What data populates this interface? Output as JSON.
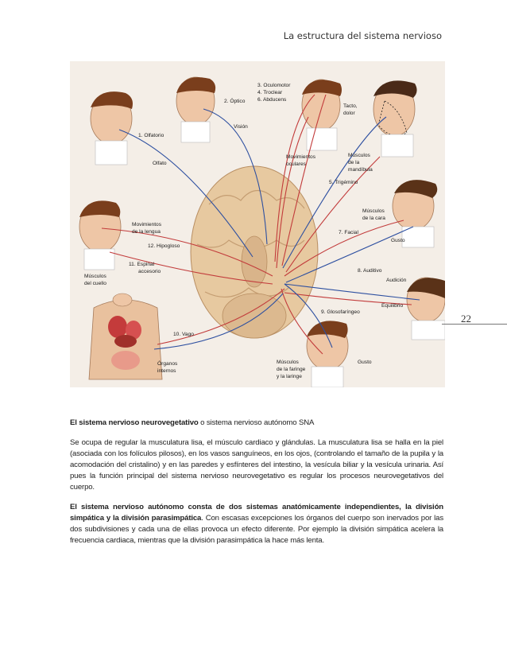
{
  "header": {
    "title": "La estructura del sistema nervioso"
  },
  "page_number": "22",
  "figure": {
    "labels": {
      "oculomotor": "3. Oculomotor",
      "troclear": "4. Troclear",
      "abducens": "6. Abducens",
      "optico": "2. Óptico",
      "vision": "Visión",
      "olfatorio": "1. Olfatorio",
      "olfato": "Olfato",
      "tacto": "Tacto,",
      "dolor": "dolor",
      "movimientos": "Movimientos",
      "oculares": "oculares",
      "musculos_mandibula_1": "Músculos",
      "musculos_mandibula_2": "de la",
      "musculos_mandibula_3": "mandíbula",
      "trigemino": "5. Trigémino",
      "movimientos_lengua_1": "Movimientos",
      "movimientos_lengua_2": "de la lengua",
      "hipogloso": "12. Hipogloso",
      "musculos_cara_1": "Músculos",
      "musculos_cara_2": "de la cara",
      "facial": "7. Facial",
      "gusto_1": "Gusto",
      "espinal_1": "11. Espinal",
      "espinal_2": "accesorio",
      "musculos_cuello_1": "Músculos",
      "musculos_cuello_2": "del cuello",
      "auditivo": "8. Auditivo",
      "audicion": "Audición",
      "equilibrio": "Equilibrio",
      "glosofaringeo": "9. Glosofaríngeo",
      "vago": "10. Vago",
      "organos_1": "Órganos",
      "organos_2": "internos",
      "musculos_faringe_1": "Músculos",
      "musculos_faringe_2": "de la faringe",
      "musculos_faringe_3": "y la laringe",
      "gusto_2": "Gusto"
    }
  },
  "body": {
    "p1_bold": "El sistema nervioso neurovegetativo",
    "p1_rest": " o sistema nervioso autónomo SNA",
    "p2": "Se ocupa de regular la musculatura lisa, el músculo cardiaco  y glándulas. La musculatura lisa se halla en la piel  (asociada con los folículos pilosos), en los vasos sanguíneos, en los ojos, (controlando el tamaño  de la pupila   y la acomodación del cristalino) y en las paredes   y esfínteres del intestino, la vesícula biliar y la vesícula urinaria. Así pues la función principal del sistema nervioso neurovegetativo es regular los procesos neurovegetativos del cuerpo.",
    "p3_bold_1": "El   sistema nervioso autónomo consta de dos sistemas anatómicamente independientes, la división simpática  y la división parasimpática",
    "p3_rest_1": ". Con escasas excepciones los órganos del cuerpo son inervados por las dos subdivisiones   y cada una de ellas provoca un efecto diferente. Por ejemplo la división simpática acelera la frecuencia cardiaca, mientras que la división parasimpática la hace más lenta."
  }
}
